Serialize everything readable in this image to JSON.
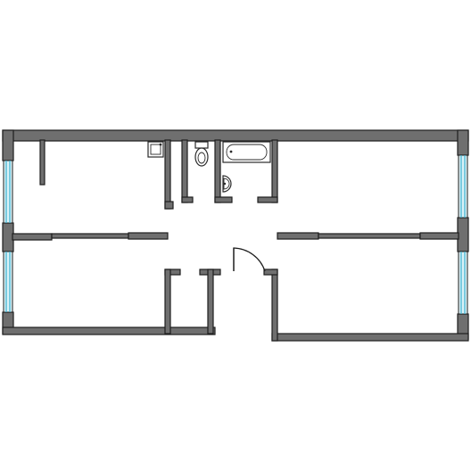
{
  "plan": {
    "rooms": [
      "room",
      "room",
      "room",
      "kitchen",
      "bathroom",
      "toilet",
      "hallway"
    ],
    "fixtures": [
      "shower-tray",
      "toilet",
      "bathtub",
      "sink"
    ],
    "windows": 4,
    "doors": 1
  },
  "colors": {
    "wall_fill": "#6f6f6f",
    "wall_stroke": "#1e1e1e",
    "window_glass": "#d9f1f7",
    "window_line": "#3ab0cf",
    "background": "#ffffff"
  },
  "icons": {
    "shower": "shower-icon",
    "toilet": "toilet-icon",
    "bathtub": "bathtub-icon",
    "sink": "sink-icon",
    "door": "door-swing-icon"
  }
}
